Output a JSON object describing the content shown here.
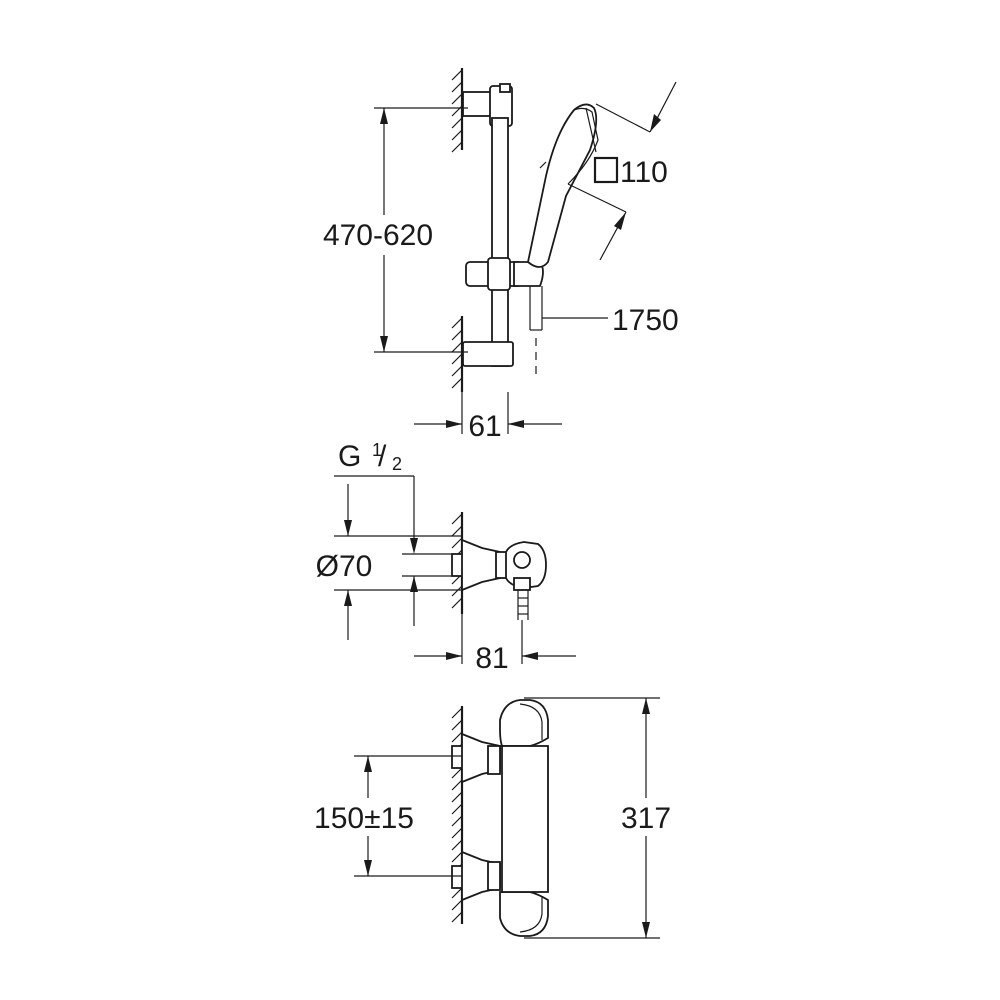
{
  "top_view": {
    "height_range": "470-620",
    "hand_shower_size_symbol": "square-symbol-icon",
    "hand_shower_size": "110",
    "hose_length": "1750",
    "rail_depth": "61"
  },
  "middle_view": {
    "thread_letter": "G",
    "thread_numerator": "1",
    "thread_denominator": "2",
    "rosette_diameter": "Ø70",
    "projection": "81"
  },
  "bottom_view": {
    "inlet_spacing": "150±15",
    "overall_height": "317"
  }
}
